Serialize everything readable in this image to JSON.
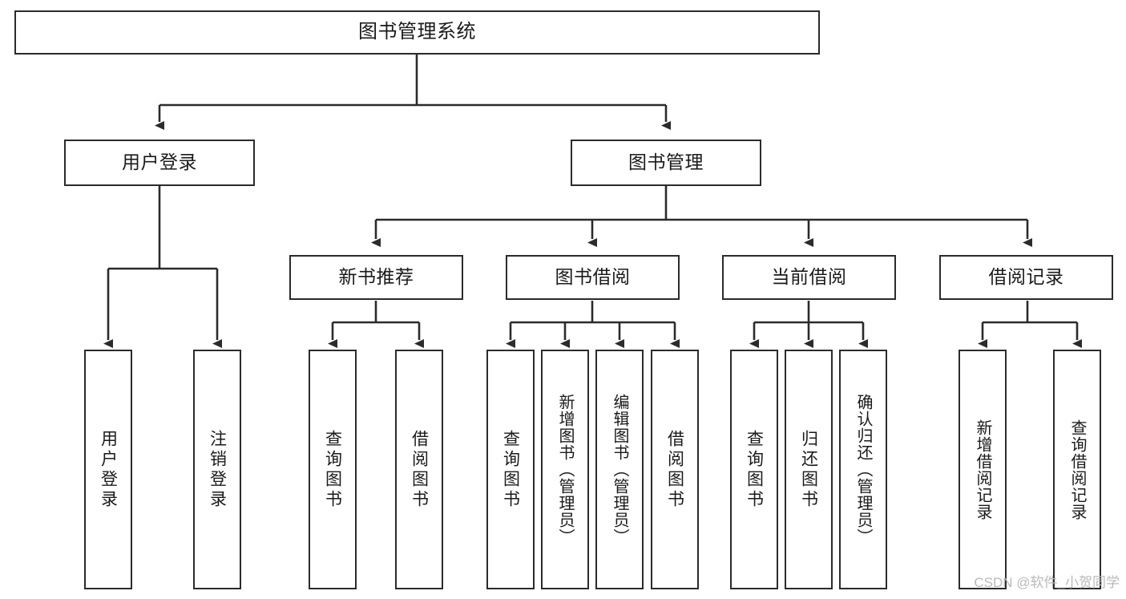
{
  "diagram": {
    "title": "图书管理系统",
    "type": "tree-structure-chart",
    "background_color": "#ffffff",
    "line_color": "#2b2b2b",
    "box_fill": "#ffffff",
    "text_color": "#1a1a1a"
  },
  "nodes": {
    "root": {
      "label": "图书管理系统",
      "level": 1,
      "orientation": "horizontal"
    },
    "level2": [
      {
        "id": "user-login",
        "label": "用户登录",
        "orientation": "horizontal"
      },
      {
        "id": "book-manage",
        "label": "图书管理",
        "orientation": "horizontal"
      }
    ],
    "level3": [
      {
        "id": "new-book-recommend",
        "label": "新书推荐",
        "orientation": "horizontal"
      },
      {
        "id": "book-borrow",
        "label": "图书借阅",
        "orientation": "horizontal"
      },
      {
        "id": "current-borrow",
        "label": "当前借阅",
        "orientation": "horizontal"
      },
      {
        "id": "borrow-record",
        "label": "借阅记录",
        "orientation": "horizontal"
      }
    ],
    "leaves": {
      "user-login": [
        {
          "id": "leaf-user-login",
          "label": "用户登录",
          "orientation": "vertical"
        },
        {
          "id": "leaf-logout",
          "label": "注销登录",
          "orientation": "vertical"
        }
      ],
      "new-book-recommend": [
        {
          "id": "leaf-query-book-1",
          "label": "查询图书",
          "orientation": "vertical"
        },
        {
          "id": "leaf-borrow-book-1",
          "label": "借阅图书",
          "orientation": "vertical"
        }
      ],
      "book-borrow": [
        {
          "id": "leaf-query-book-2",
          "label": "查询图书",
          "orientation": "vertical"
        },
        {
          "id": "leaf-add-book",
          "label": "新增图书（管理员）",
          "orientation": "vertical"
        },
        {
          "id": "leaf-edit-book",
          "label": "编辑图书（管理员）",
          "orientation": "vertical"
        },
        {
          "id": "leaf-borrow-book-2",
          "label": "借阅图书",
          "orientation": "vertical"
        }
      ],
      "current-borrow": [
        {
          "id": "leaf-query-book-3",
          "label": "查询图书",
          "orientation": "vertical"
        },
        {
          "id": "leaf-return-book",
          "label": "归还图书",
          "orientation": "vertical"
        },
        {
          "id": "leaf-confirm-return",
          "label": "确认归还（管理员）",
          "orientation": "vertical"
        }
      ],
      "borrow-record": [
        {
          "id": "leaf-add-record",
          "label": "新增借阅记录",
          "orientation": "vertical"
        },
        {
          "id": "leaf-query-record",
          "label": "查询借阅记录",
          "orientation": "vertical"
        }
      ]
    }
  },
  "watermark": {
    "text": "CSDN @软件_小贺同学"
  }
}
